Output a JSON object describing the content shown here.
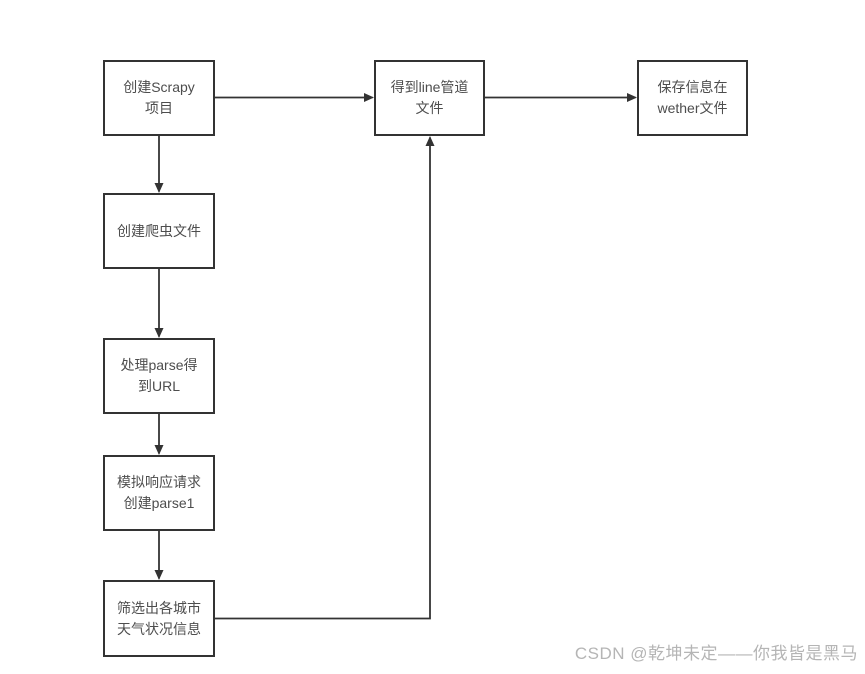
{
  "diagram": {
    "nodes": {
      "create_scrapy_project": {
        "label": [
          "创建Scrapy",
          "项目"
        ]
      },
      "create_spider_file": {
        "label": [
          "创建爬虫文件"
        ]
      },
      "process_parse_get_url": {
        "label": [
          "处理parse得",
          "到URL"
        ]
      },
      "simulate_response_create_parse1": {
        "label": [
          "模拟响应请求",
          "创建parse1"
        ]
      },
      "filter_city_weather_info": {
        "label": [
          "筛选出各城市",
          "天气状况信息"
        ]
      },
      "get_line_pipeline_file": {
        "label": [
          "得到line管道",
          "文件"
        ]
      },
      "save_info_in_wether_file": {
        "label": [
          "保存信息在",
          "wether文件"
        ]
      }
    },
    "edges": [
      {
        "from": "create_scrapy_project",
        "to": "get_line_pipeline_file"
      },
      {
        "from": "create_scrapy_project",
        "to": "create_spider_file"
      },
      {
        "from": "create_spider_file",
        "to": "process_parse_get_url"
      },
      {
        "from": "process_parse_get_url",
        "to": "simulate_response_create_parse1"
      },
      {
        "from": "simulate_response_create_parse1",
        "to": "filter_city_weather_info"
      },
      {
        "from": "filter_city_weather_info",
        "to": "get_line_pipeline_file"
      },
      {
        "from": "get_line_pipeline_file",
        "to": "save_info_in_wether_file"
      }
    ]
  },
  "watermark": {
    "text": "CSDN @乾坤未定——你我皆是黑马"
  },
  "colors": {
    "background": "#ffffff",
    "box_border": "#333333",
    "box_fill": "#ffffff",
    "text": "#4d4d4d",
    "arrow": "#333333",
    "watermark_text": "#b5b5b5"
  }
}
